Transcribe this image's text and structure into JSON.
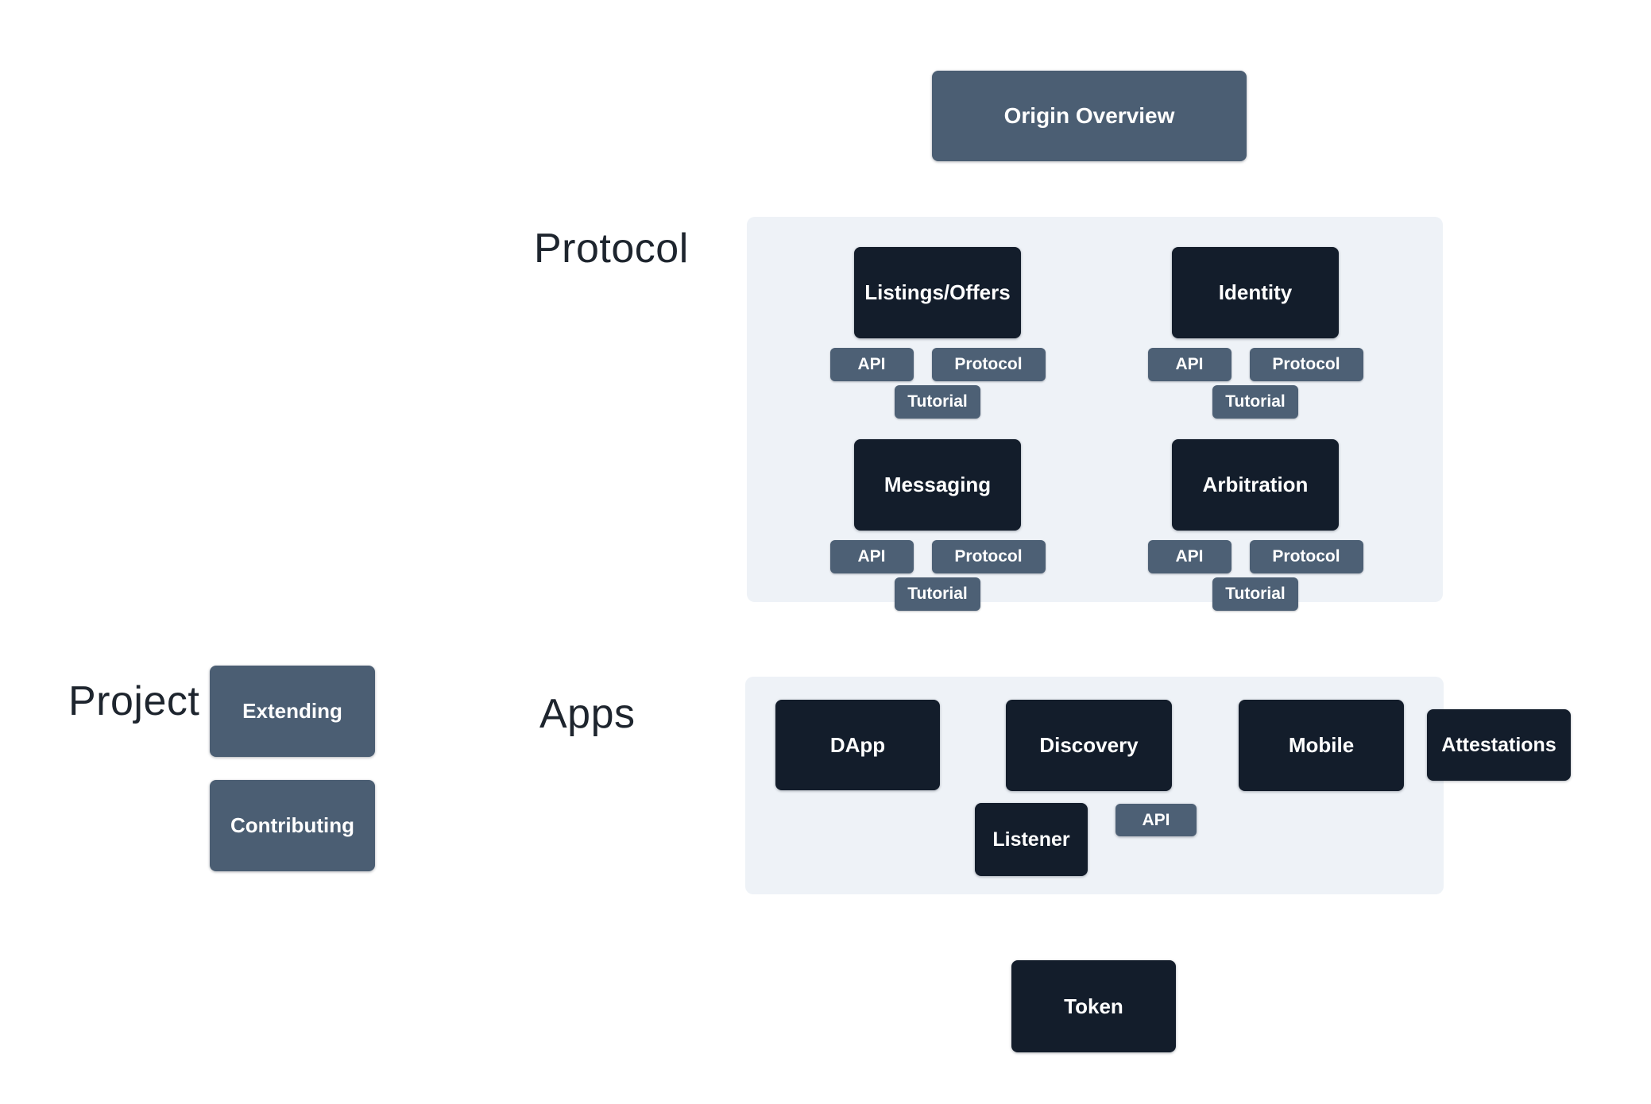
{
  "colors": {
    "dark_box": "#131d2b",
    "slate_box": "#4b5e73",
    "link_button": "#4d6075",
    "panel_bg": "#eef2f7",
    "section_label_text": "#1e252e",
    "box_text": "#ffffff",
    "page_bg": "#ffffff"
  },
  "overview": {
    "label": "Origin Overview"
  },
  "protocol": {
    "section_label": "Protocol",
    "modules": [
      {
        "name": "Listings/Offers",
        "api": "API",
        "protocol": "Protocol",
        "tutorial": "Tutorial"
      },
      {
        "name": "Identity",
        "api": "API",
        "protocol": "Protocol",
        "tutorial": "Tutorial"
      },
      {
        "name": "Messaging",
        "api": "API",
        "protocol": "Protocol",
        "tutorial": "Tutorial"
      },
      {
        "name": "Arbitration",
        "api": "API",
        "protocol": "Protocol",
        "tutorial": "Tutorial"
      }
    ]
  },
  "project": {
    "section_label": "Project",
    "items": [
      {
        "name": "Extending"
      },
      {
        "name": "Contributing"
      }
    ]
  },
  "apps": {
    "section_label": "Apps",
    "items": [
      {
        "name": "DApp"
      },
      {
        "name": "Discovery"
      },
      {
        "name": "Mobile"
      },
      {
        "name": "Attestations"
      },
      {
        "name": "Listener"
      }
    ],
    "api_label": "API"
  },
  "token": {
    "label": "Token"
  }
}
